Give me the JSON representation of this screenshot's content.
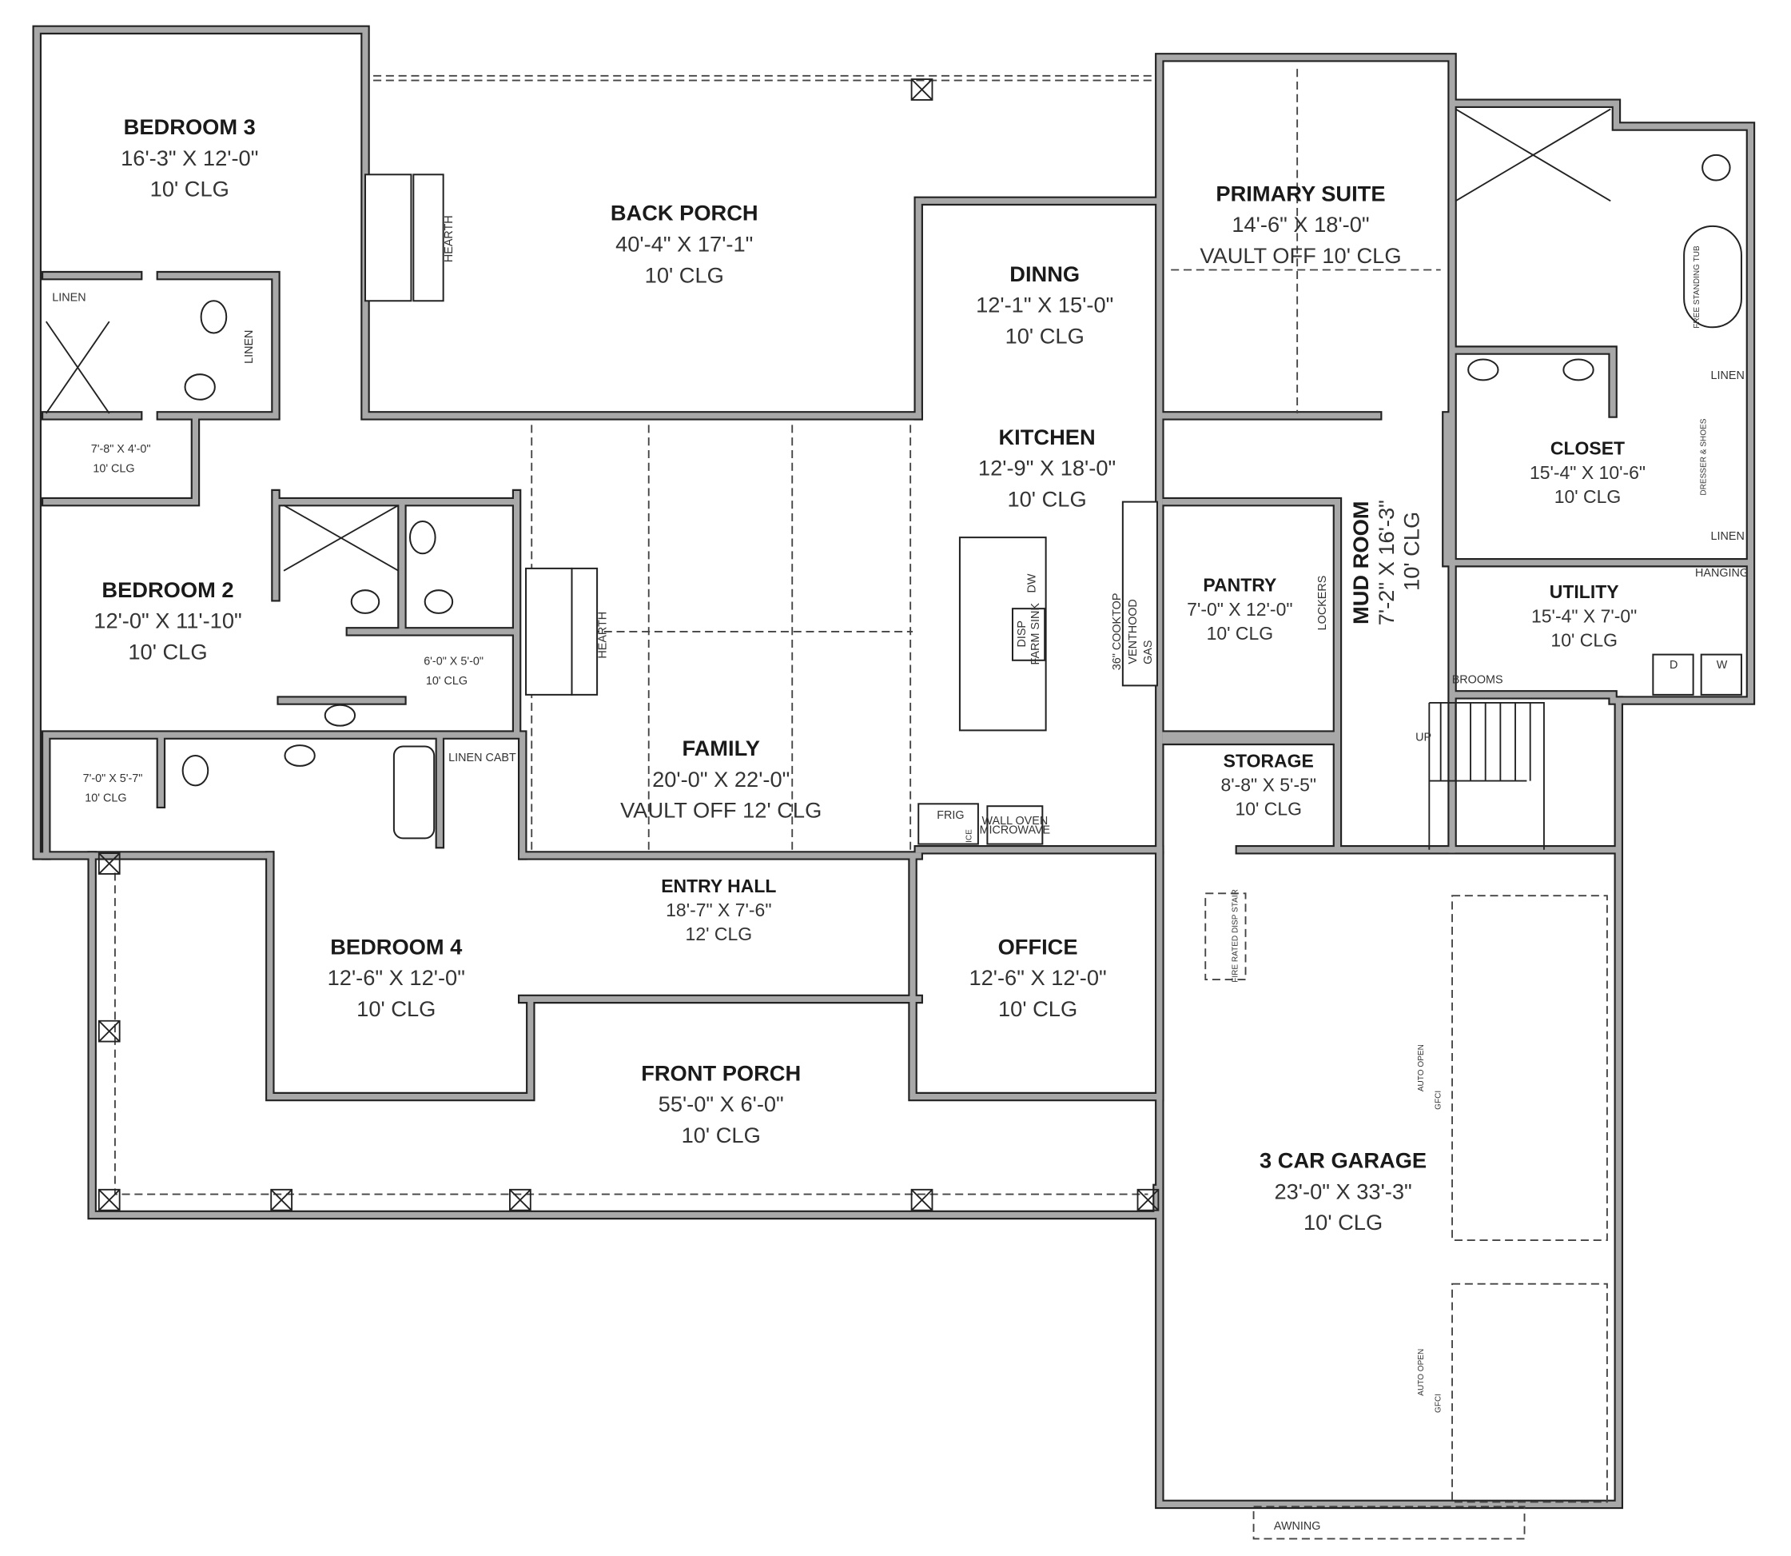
{
  "rooms": [
    {
      "name": "BEDROOM 3",
      "size": "16'-3\" X 12'-0\"",
      "ceiling": "10' CLG"
    },
    {
      "name": "BACK PORCH",
      "size": "40'-4\" X 17'-1\"",
      "ceiling": "10' CLG"
    },
    {
      "name": "DINNG",
      "size": "12'-1\" X 15'-0\"",
      "ceiling": "10' CLG"
    },
    {
      "name": "PRIMARY SUITE",
      "size": "14'-6\" X 18'-0\"",
      "ceiling": "VAULT OFF 10' CLG"
    },
    {
      "name": "KITCHEN",
      "size": "12'-9\" X 18'-0\"",
      "ceiling": "10' CLG"
    },
    {
      "name": "BEDROOM 2",
      "size": "12'-0\" X 11'-10\"",
      "ceiling": "10' CLG"
    },
    {
      "name": "PANTRY",
      "size": "7'-0\" X 12'-0\"",
      "ceiling": "10' CLG"
    },
    {
      "name": "CLOSET",
      "size": "15'-4\" X 10'-6\"",
      "ceiling": "10' CLG"
    },
    {
      "name": "UTILITY",
      "size": "15'-4\" X 7'-0\"",
      "ceiling": "10' CLG"
    },
    {
      "name": "FAMILY",
      "size": "20'-0\" X 22'-0\"",
      "ceiling": "VAULT OFF 12' CLG"
    },
    {
      "name": "STORAGE",
      "size": "8'-8\" X 5'-5\"",
      "ceiling": "10' CLG"
    },
    {
      "name": "ENTRY HALL",
      "size": "18'-7\" X 7'-6\"",
      "ceiling": "12' CLG"
    },
    {
      "name": "BEDROOM 4",
      "size": "12'-6\" X 12'-0\"",
      "ceiling": "10' CLG"
    },
    {
      "name": "OFFICE",
      "size": "12'-6\" X 12'-0\"",
      "ceiling": "10' CLG"
    },
    {
      "name": "FRONT PORCH",
      "size": "55'-0\" X 6'-0\"",
      "ceiling": "10' CLG"
    },
    {
      "name": "3 CAR GARAGE",
      "size": "23'-0\" X 33'-3\"",
      "ceiling": "10' CLG"
    }
  ],
  "mud_room": {
    "name": "MUD ROOM",
    "size": "7'-2\" X 16'-3\"",
    "ceiling": "10' CLG"
  },
  "baths": [
    {
      "size": "7'-8\" X 4'-0\"",
      "ceiling": "10' CLG"
    },
    {
      "size": "6'-0\" X 5'-0\"",
      "ceiling": "10' CLG"
    },
    {
      "size": "7'-0\" X 5'-7\"",
      "ceiling": "10' CLG"
    }
  ],
  "annotations": [
    "LINEN",
    "LINEN",
    "HEARTH",
    "HEARTH",
    "LINEN CABT",
    "FRIG",
    "ICE",
    "WALL OVEN",
    "MICROWAVE",
    "DW",
    "DISP",
    "FARM SINK",
    "36\" COOKTOP",
    "VENTHOOD",
    "GAS",
    "LOCKERS",
    "LINEN",
    "DRESSER & SHOES",
    "LINEN",
    "HANGING",
    "FREE STANDING TUB",
    "BROOMS",
    "D",
    "W",
    "UP",
    "FIRE RATED DISP STAIR",
    "AUTO OPEN",
    "GFCI",
    "AUTO OPEN",
    "GFCI",
    "AWNING"
  ]
}
